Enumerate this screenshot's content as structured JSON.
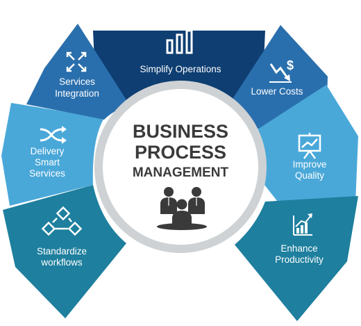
{
  "center": {
    "line1": "BUSINESS",
    "line2": "PROCESS",
    "line3": "MANAGEMENT",
    "icon": "business-meeting-icon"
  },
  "segments": {
    "simplify": {
      "label": "Simplify Operations",
      "icon": "bar-chart-icon",
      "color": "#0e3e72"
    },
    "lower_costs": {
      "label": "Lower Costs",
      "icon": "dollar-decrease-icon",
      "color": "#2a6fad"
    },
    "improve_quality": {
      "line1": "Improve",
      "line2": "Quality",
      "icon": "presentation-chart-icon",
      "color": "#4aa8d9"
    },
    "enhance_productivity": {
      "line1": "Enhance",
      "line2": "Productivity",
      "icon": "growth-chart-icon",
      "color": "#1e7f9e"
    },
    "standardize": {
      "line1": "Standardize",
      "line2": "workflows",
      "icon": "workflow-icon",
      "color": "#1e7f9e"
    },
    "delivery": {
      "line1": "Delivery",
      "line2": "Smart",
      "line3": "Services",
      "icon": "shuffle-arrows-icon",
      "color": "#4aa8d9"
    },
    "services_integration": {
      "line1": "Services",
      "line2": "Integration",
      "icon": "integration-arrows-icon",
      "color": "#2a6fad"
    }
  },
  "colors": {
    "ring": "#cfd2d4",
    "core": "#ffffff",
    "icon_dark": "#3a3a3a"
  }
}
